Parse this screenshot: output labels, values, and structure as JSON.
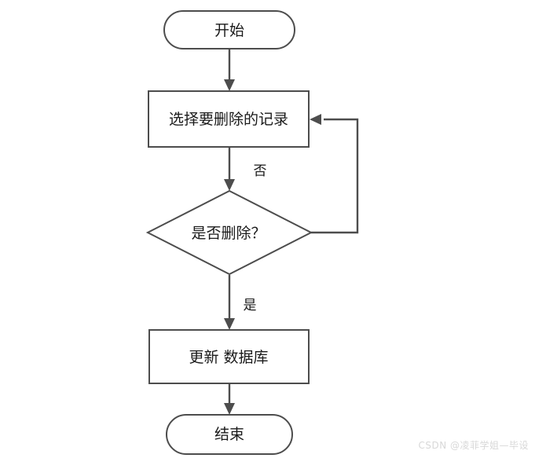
{
  "diagram": {
    "type": "flowchart",
    "title": "",
    "background_color": "#ffffff",
    "stroke_color": "#4d4d4d",
    "text_color": "#1a1a1a",
    "nodes": [
      {
        "id": "start",
        "shape": "terminator",
        "label": "开始"
      },
      {
        "id": "select",
        "shape": "process",
        "label": "选择要删除的记录"
      },
      {
        "id": "decide",
        "shape": "decision",
        "label": "是否删除？"
      },
      {
        "id": "update",
        "shape": "process",
        "label": "更新 数据库"
      },
      {
        "id": "end",
        "shape": "terminator",
        "label": "结束"
      }
    ],
    "edges": [
      {
        "from": "start",
        "to": "select",
        "label": ""
      },
      {
        "from": "select",
        "to": "decide",
        "label": ""
      },
      {
        "from": "decide",
        "to": "select",
        "label": "否"
      },
      {
        "from": "decide",
        "to": "update",
        "label": "是"
      },
      {
        "from": "update",
        "to": "end",
        "label": ""
      }
    ],
    "edge_labels": {
      "no": "否",
      "yes": "是"
    }
  },
  "watermark": {
    "text": "CSDN @凌菲学姐—毕设",
    "color": "#d8d8d8"
  }
}
